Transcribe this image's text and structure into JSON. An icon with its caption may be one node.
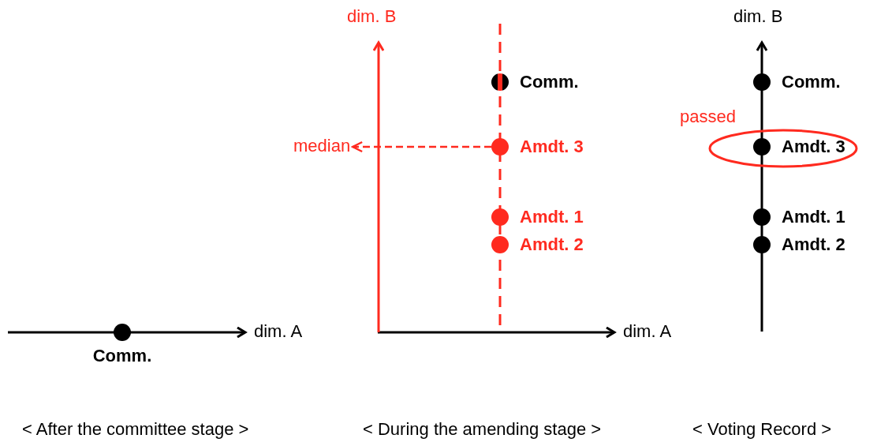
{
  "diagram": {
    "nodes": [
      {
        "text": [],
        "shape": "circle",
        "beside": [
          "Comm."
        ]
      },
      {
        "text": [],
        "shape": "circle",
        "beside": [
          "Comm."
        ]
      },
      {
        "text": [],
        "shape": "circle",
        "beside": [
          "Amdt. 3"
        ]
      },
      {
        "text": [],
        "shape": "circle",
        "beside": [
          "Amdt. 1"
        ]
      },
      {
        "text": [],
        "shape": "circle",
        "beside": [
          "Amdt. 2"
        ]
      },
      {
        "text": [
          "median"
        ]
      },
      {
        "text": [],
        "shape": "ellipse",
        "beside": [
          "passed"
        ]
      },
      {
        "text": [],
        "shape": "circle",
        "beside": [
          "Comm."
        ]
      },
      {
        "text": [],
        "shape": "circle",
        "beside": [
          "Amdt. 3"
        ],
        "in": 6
      },
      {
        "text": [],
        "shape": "circle",
        "beside": [
          "Amdt. 1"
        ]
      },
      {
        "text": [],
        "shape": "circle",
        "beside": [
          "Amdt. 2"
        ]
      }
    ],
    "edges": [
      {
        "from": 2,
        "to": 5,
        "arrow": "to",
        "style": "dashed"
      }
    ],
    "labels": [
      "dim. B",
      "dim. B",
      "dim. A",
      "dim. A",
      "< After the committee stage >",
      "< During the amending stage >",
      "< Voting Record >"
    ]
  }
}
